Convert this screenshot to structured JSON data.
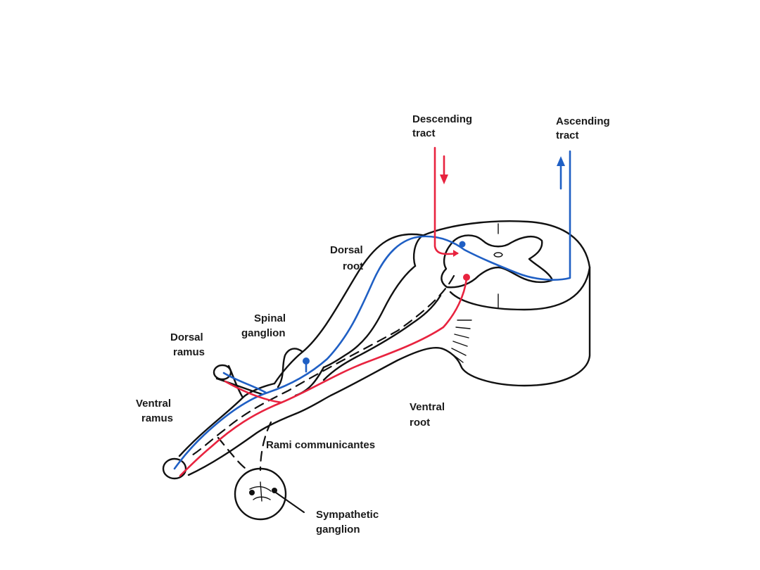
{
  "labels": {
    "descending_tract": [
      "Descending",
      "tract"
    ],
    "ascending_tract": [
      "Ascending",
      "tract"
    ],
    "dorsal_root": [
      "Dorsal",
      "root"
    ],
    "spinal_ganglion": [
      "Spinal",
      "ganglion"
    ],
    "dorsal_ramus": [
      "Dorsal",
      "ramus"
    ],
    "ventral_ramus": [
      "Ventral",
      "ramus"
    ],
    "ventral_root": [
      "Ventral",
      "root"
    ],
    "rami_communicantes": "Rami communicantes",
    "sympathetic_ganglion": [
      "Sympathetic",
      "ganglion"
    ]
  },
  "colors": {
    "motor_pathway": "#e8233f",
    "sensory_pathway": "#1f5fc4",
    "outline": "#111111"
  }
}
